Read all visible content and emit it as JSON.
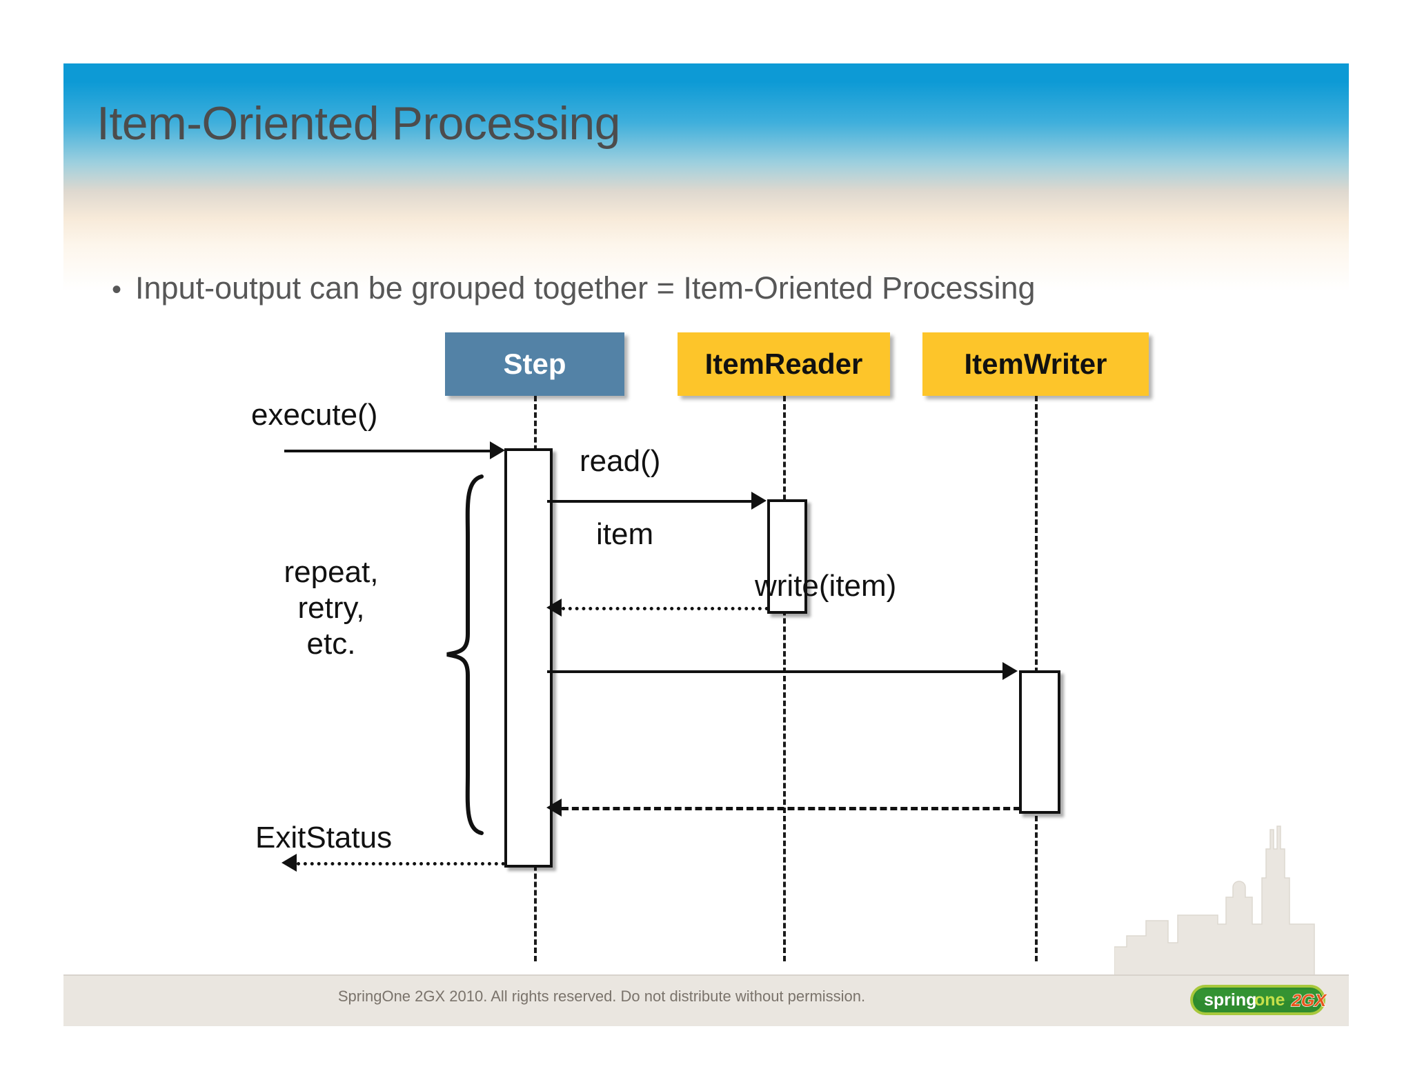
{
  "slide": {
    "title": "Item-Oriented Processing",
    "bullets": [
      {
        "marker": "•",
        "text": "Input-output can be grouped together = Item-Oriented Processing"
      }
    ]
  },
  "diagram": {
    "type": "uml-sequence-diagram",
    "participants": [
      {
        "id": "step",
        "label": "Step",
        "fill": "#5382a6",
        "text_color": "#ffffff"
      },
      {
        "id": "itemreader",
        "label": "ItemReader",
        "fill": "#fdc52a",
        "text_color": "#111111"
      },
      {
        "id": "itemwriter",
        "label": "ItemWriter",
        "fill": "#fdc52a",
        "text_color": "#111111"
      }
    ],
    "messages": [
      {
        "label": "execute()",
        "from": "actor",
        "to": "step",
        "style": "solid",
        "direction": "right"
      },
      {
        "label": "read()",
        "from": "step",
        "to": "itemreader",
        "style": "solid",
        "direction": "right"
      },
      {
        "label": "item",
        "from": "itemreader",
        "to": "step",
        "style": "dotted",
        "direction": "left"
      },
      {
        "label": "write(item)",
        "from": "step",
        "to": "itemwriter",
        "style": "solid",
        "direction": "right"
      },
      {
        "label": "",
        "from": "itemwriter",
        "to": "step",
        "style": "dashed",
        "direction": "left"
      },
      {
        "label": "ExitStatus",
        "from": "step",
        "to": "actor",
        "style": "dotted",
        "direction": "left"
      }
    ],
    "loop_annotation": {
      "lines": [
        "repeat,",
        "retry,",
        "etc."
      ],
      "bracket": "curly-brace"
    }
  },
  "footer": {
    "text": "SpringOne 2GX 2010. All rights reserved. Do not distribute without permission.",
    "logo": {
      "part1": "spring",
      "part2": "one",
      "badge": "2GX",
      "pill_color": "#2e8b2e",
      "badge_color": "#e8571e"
    }
  }
}
